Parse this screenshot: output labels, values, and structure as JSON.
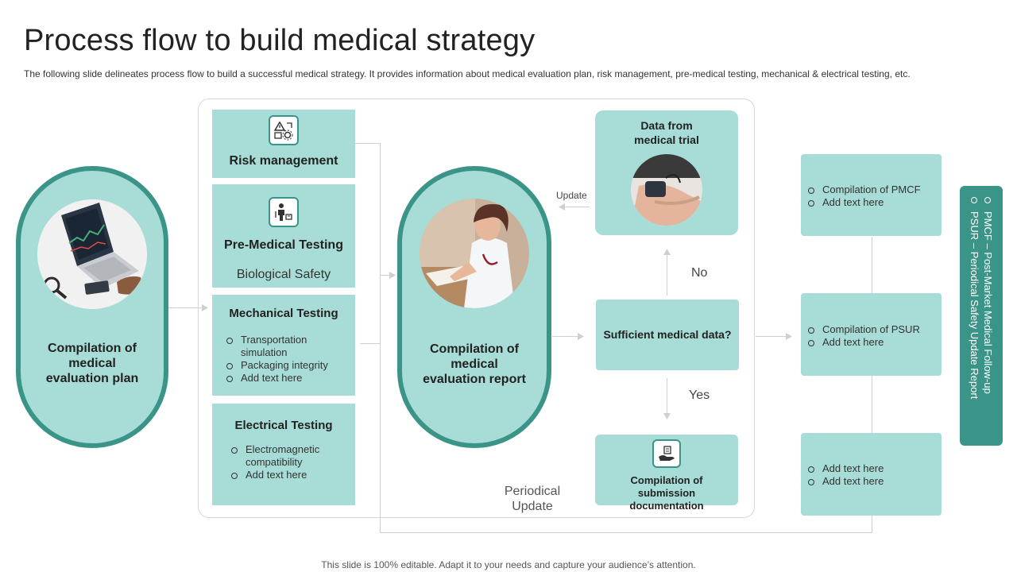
{
  "title": "Process flow to build medical strategy",
  "subtitle": "The following slide delineates process flow to build a successful medical strategy. It provides information about medical evaluation plan, risk management, pre-medical testing, mechanical & electrical testing, etc.",
  "footer": "This slide is 100% editable. Adapt it to your needs and capture your audience’s attention.",
  "left_pill": {
    "label": "Compilation of medical evaluation plan"
  },
  "boxes": {
    "risk": {
      "title": "Risk management",
      "icon": "risk-triangle-gear-icon"
    },
    "premed": {
      "title": "Pre-Medical Testing",
      "subtitle": "Biological Safety",
      "icon": "person-testing-icon"
    },
    "mechanical": {
      "title": "Mechanical Testing",
      "bullets": [
        "Transportation simulation",
        "Packaging integrity",
        "Add text here"
      ]
    },
    "electrical": {
      "title": "Electrical Testing",
      "bullets": [
        "Electromagnetic compatibility",
        "Add text here"
      ]
    }
  },
  "center_pill": {
    "label": "Compilation of medical evaluation report"
  },
  "data_trial": {
    "title": "Data from medical trial"
  },
  "decision": {
    "label": "Sufficient medical data?",
    "no": "No",
    "yes": "Yes"
  },
  "update_label": "Update",
  "periodical_label": "Periodical Update",
  "submission": {
    "title": "Compilation of submission documentation",
    "icon": "hand-document-icon"
  },
  "right_boxes": [
    {
      "bullets": [
        "Compilation  of PMCF",
        "Add text here"
      ]
    },
    {
      "bullets": [
        "Compilation  of PSUR",
        "Add text here"
      ]
    },
    {
      "bullets": [
        "Add text here",
        "Add text here"
      ]
    }
  ],
  "legend": [
    "PMCF – Post-Market Medical Follow-up",
    "PSUR – Periodical Safety Update Report"
  ],
  "colors": {
    "accent": "#3a9488",
    "fill": "#a7ddd6",
    "connector": "#cfcfcf"
  }
}
